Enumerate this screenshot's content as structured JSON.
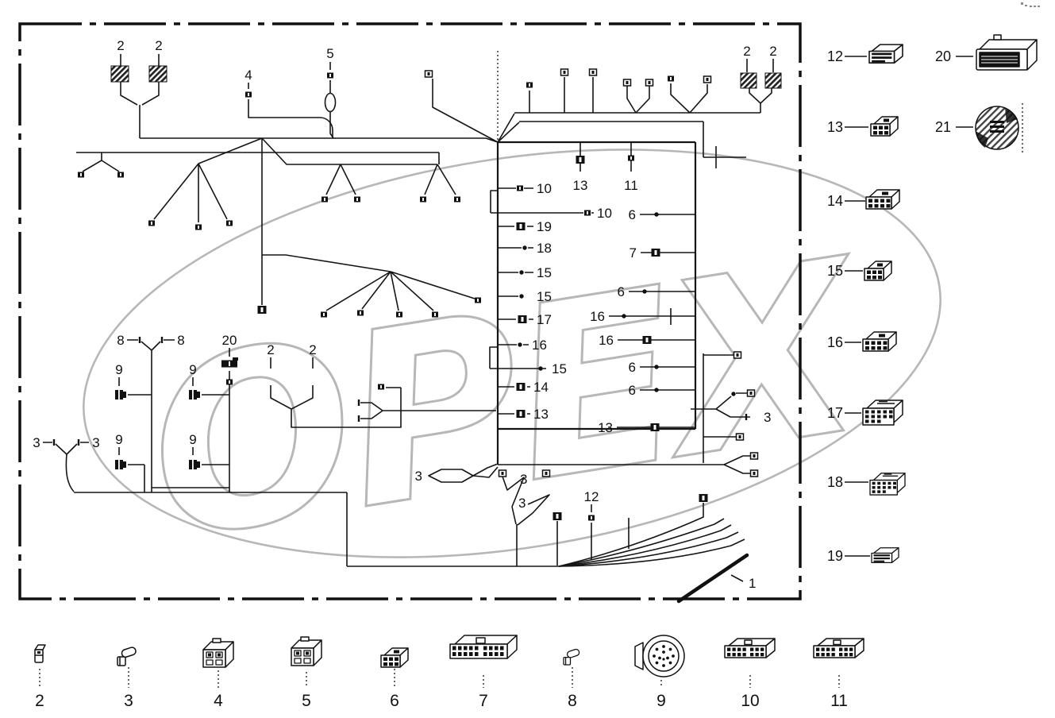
{
  "watermark_text": "OPEX",
  "diagram": {
    "top_left": {
      "label_2a": "2",
      "label_2b": "2",
      "label_4": "4",
      "label_5": "5"
    },
    "top_right": {
      "label_2a": "2",
      "label_2b": "2"
    },
    "box": {
      "top": [
        "13",
        "11"
      ],
      "left": [
        "10",
        "10",
        "19",
        "18",
        "15",
        "15",
        "17",
        "16",
        "15",
        "14",
        "13"
      ],
      "right": [
        "6",
        "7",
        "6",
        "16",
        "16",
        "6",
        "6",
        "13"
      ]
    },
    "mid_left": {
      "label_8a": "8",
      "label_8b": "8",
      "label_9a": "9",
      "label_9b": "9",
      "label_20": "20",
      "label_2a": "2",
      "label_2b": "2",
      "label_9c": "9",
      "label_9d": "9",
      "label_3a": "3",
      "label_3b": "3"
    },
    "bottom_area": {
      "label_3hex": "3",
      "label_3v1": "3",
      "label_3v2": "3",
      "label_12": "12",
      "label_3r": "3",
      "label_1": "1"
    }
  },
  "right_parts": [
    "12",
    "20",
    "13",
    "21",
    "14",
    "15",
    "16",
    "17",
    "18",
    "19"
  ],
  "bottom_parts": [
    "2",
    "3",
    "4",
    "5",
    "6",
    "7",
    "8",
    "9",
    "10",
    "11"
  ]
}
